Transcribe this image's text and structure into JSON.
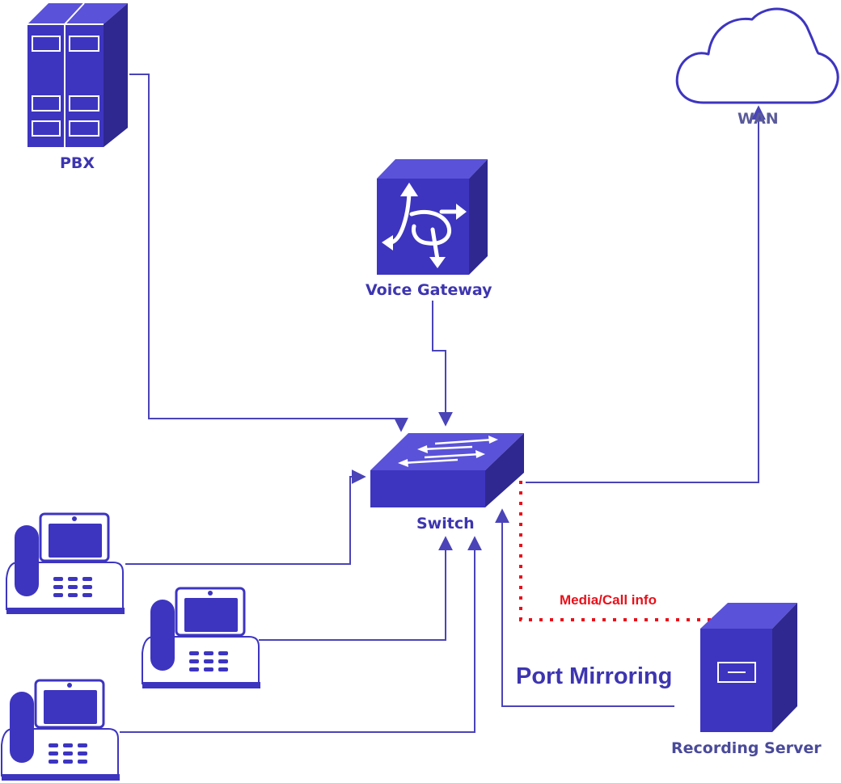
{
  "colors": {
    "primary": "#3D35C0",
    "primary_dark": "#2E2890",
    "primary_light": "#5A52D8",
    "line": "#4A44B8",
    "mirror": "#E8101A",
    "cloud_stroke": "#3D35C0"
  },
  "nodes": {
    "pbx": {
      "label": "PBX",
      "icon": "server-rack-icon"
    },
    "wan": {
      "label": "WAN",
      "icon": "cloud-icon"
    },
    "voice_gateway": {
      "label": "Voice Gateway",
      "icon": "router-icon"
    },
    "switch": {
      "label": "Switch",
      "icon": "switch-icon"
    },
    "recording_server": {
      "label": "Recording Server",
      "icon": "server-tower-icon"
    },
    "phones": [
      {
        "icon": "ip-phone-icon"
      },
      {
        "icon": "ip-phone-icon"
      },
      {
        "icon": "ip-phone-icon"
      }
    ]
  },
  "annotations": {
    "media_link": "Media/Call info",
    "mirror_link": "Port Mirroring"
  }
}
